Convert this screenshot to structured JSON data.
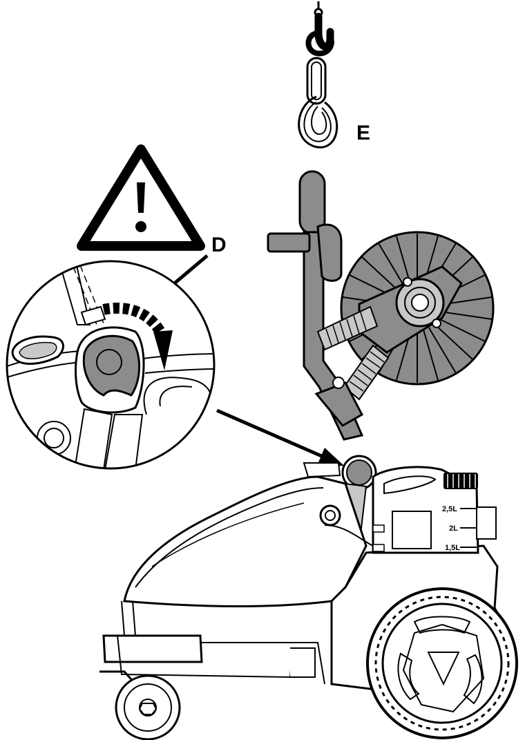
{
  "labels": {
    "hook_callout": "E",
    "detail_callout": "D"
  },
  "tank_scale": [
    "2,5L",
    "2L",
    "1,5L"
  ],
  "icons": {
    "warning": "warning-triangle-icon",
    "rotation": "rotate-clockwise-arrow-icon",
    "hook": "crane-hook-icon"
  },
  "colors": {
    "line": "#000000",
    "fill_gray": "#8c8c8c",
    "light_gray": "#c8c8c8",
    "background": "#ffffff"
  }
}
